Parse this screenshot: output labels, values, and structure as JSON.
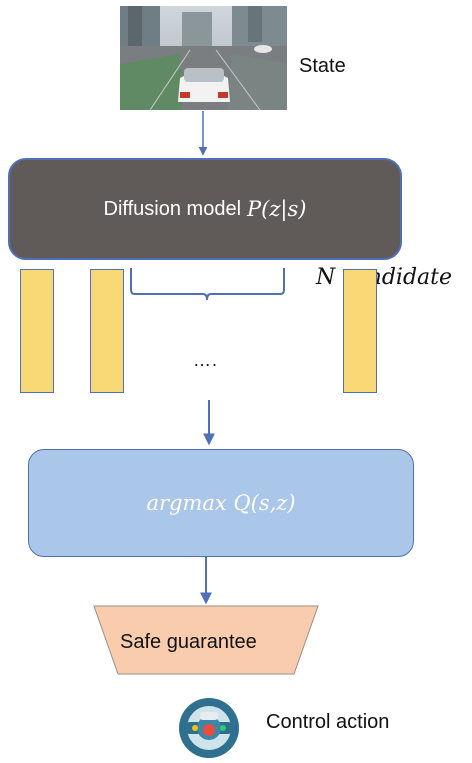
{
  "state": {
    "label": "State"
  },
  "diffusion": {
    "text": "Diffusion model",
    "formula": "P(z|s)"
  },
  "candidates": {
    "label": "N candidate",
    "ellipsis": "…."
  },
  "argmax": {
    "formula": "argmax Q(s,z)"
  },
  "safe": {
    "label": "Safe guarantee"
  },
  "control": {
    "label": "Control action"
  },
  "colors": {
    "diffusion_fill": "#605b59",
    "argmax_fill": "#aac6e8",
    "candidate_fill": "#f9d876",
    "safe_fill": "#f8ccad",
    "arrow": "#4f6fb8"
  }
}
